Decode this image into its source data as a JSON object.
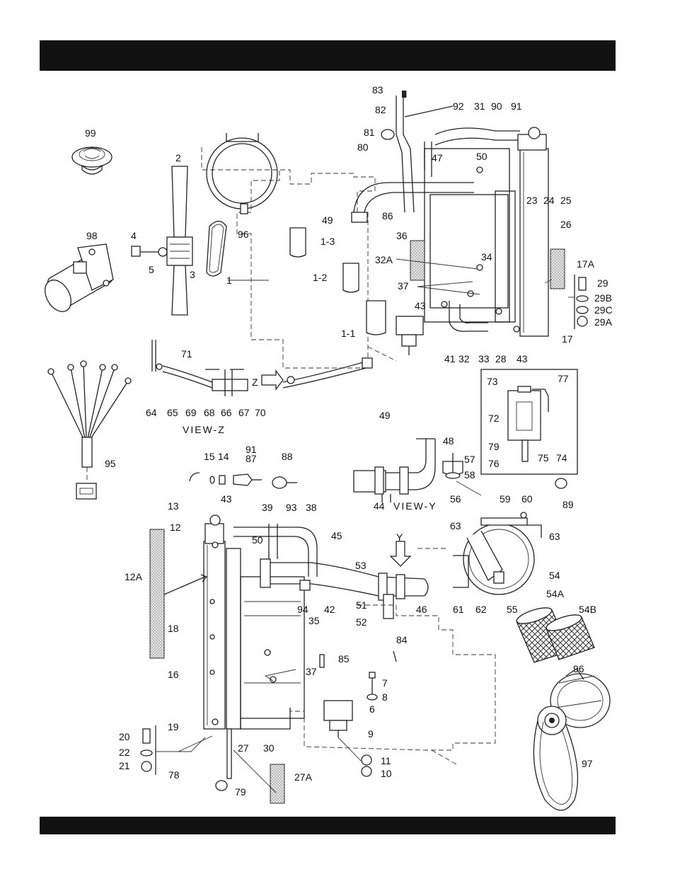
{
  "header": {
    "title": ""
  },
  "footer": {
    "text": ""
  },
  "views": {
    "view_z": "VIEW-Z",
    "view_y": "VIEW-Y",
    "z": "Z",
    "y": "Y"
  },
  "callouts": {
    "c99": "99",
    "c98": "98",
    "c95": "95",
    "c2": "2",
    "c4": "4",
    "c5": "5",
    "c3": "3",
    "c96a": "96",
    "c1": "1",
    "c1_1": "1-1",
    "c1_2": "1-2",
    "c1_3": "1-3",
    "c83": "83",
    "c82": "82",
    "c81": "81",
    "c80": "80",
    "c92": "92",
    "c31": "31",
    "c90": "90",
    "c91a": "91",
    "c47": "47",
    "c50a": "50",
    "c49a": "49",
    "c86": "86",
    "c36": "36",
    "c34": "34",
    "c32a": "32A",
    "c37a": "37",
    "c43a": "43",
    "c41": "41",
    "c32": "32",
    "c33": "33",
    "c28": "28",
    "c43b": "43",
    "c17": "17",
    "c17a": "17A",
    "c23": "23",
    "c24": "24",
    "c25": "25",
    "c26": "26",
    "c29": "29",
    "c29b": "29B",
    "c29c": "29C",
    "c29a": "29A",
    "c71": "71",
    "c64": "64",
    "c65": "65",
    "c69": "69",
    "c68": "68",
    "c66": "66",
    "c67": "67",
    "c70": "70",
    "c73": "73",
    "c77": "77",
    "c72": "72",
    "c79a": "79",
    "c76": "76",
    "c75": "75",
    "c74": "74",
    "c49b": "49",
    "c48": "48",
    "c44": "44",
    "c57": "57",
    "c58": "58",
    "c89": "89",
    "c15": "15",
    "c14": "14",
    "c91b": "91",
    "c87": "87",
    "c88": "88",
    "c13": "13",
    "c43c": "43",
    "c39": "39",
    "c93": "93",
    "c38": "38",
    "c12": "12",
    "c12a": "12A",
    "c50b": "50",
    "c45": "45",
    "c53": "53",
    "c51": "51",
    "c52": "52",
    "c46": "46",
    "c94": "94",
    "c42": "42",
    "c35": "35",
    "c18": "18",
    "c16": "16",
    "c37b": "37",
    "c85": "85",
    "c84": "84",
    "c7": "7",
    "c8": "8",
    "c6": "6",
    "c9": "9",
    "c11": "11",
    "c10": "10",
    "c19": "19",
    "c27": "27",
    "c30": "30",
    "c20": "20",
    "c22": "22",
    "c21": "21",
    "c78": "78",
    "c79b": "79",
    "c27a": "27A",
    "c56": "56",
    "c59": "59",
    "c60": "60",
    "c63a": "63",
    "c63b": "63",
    "c54": "54",
    "c61": "61",
    "c62": "62",
    "c55": "55",
    "c54a": "54A",
    "c54b": "54B",
    "c96b": "96",
    "c97": "97"
  }
}
